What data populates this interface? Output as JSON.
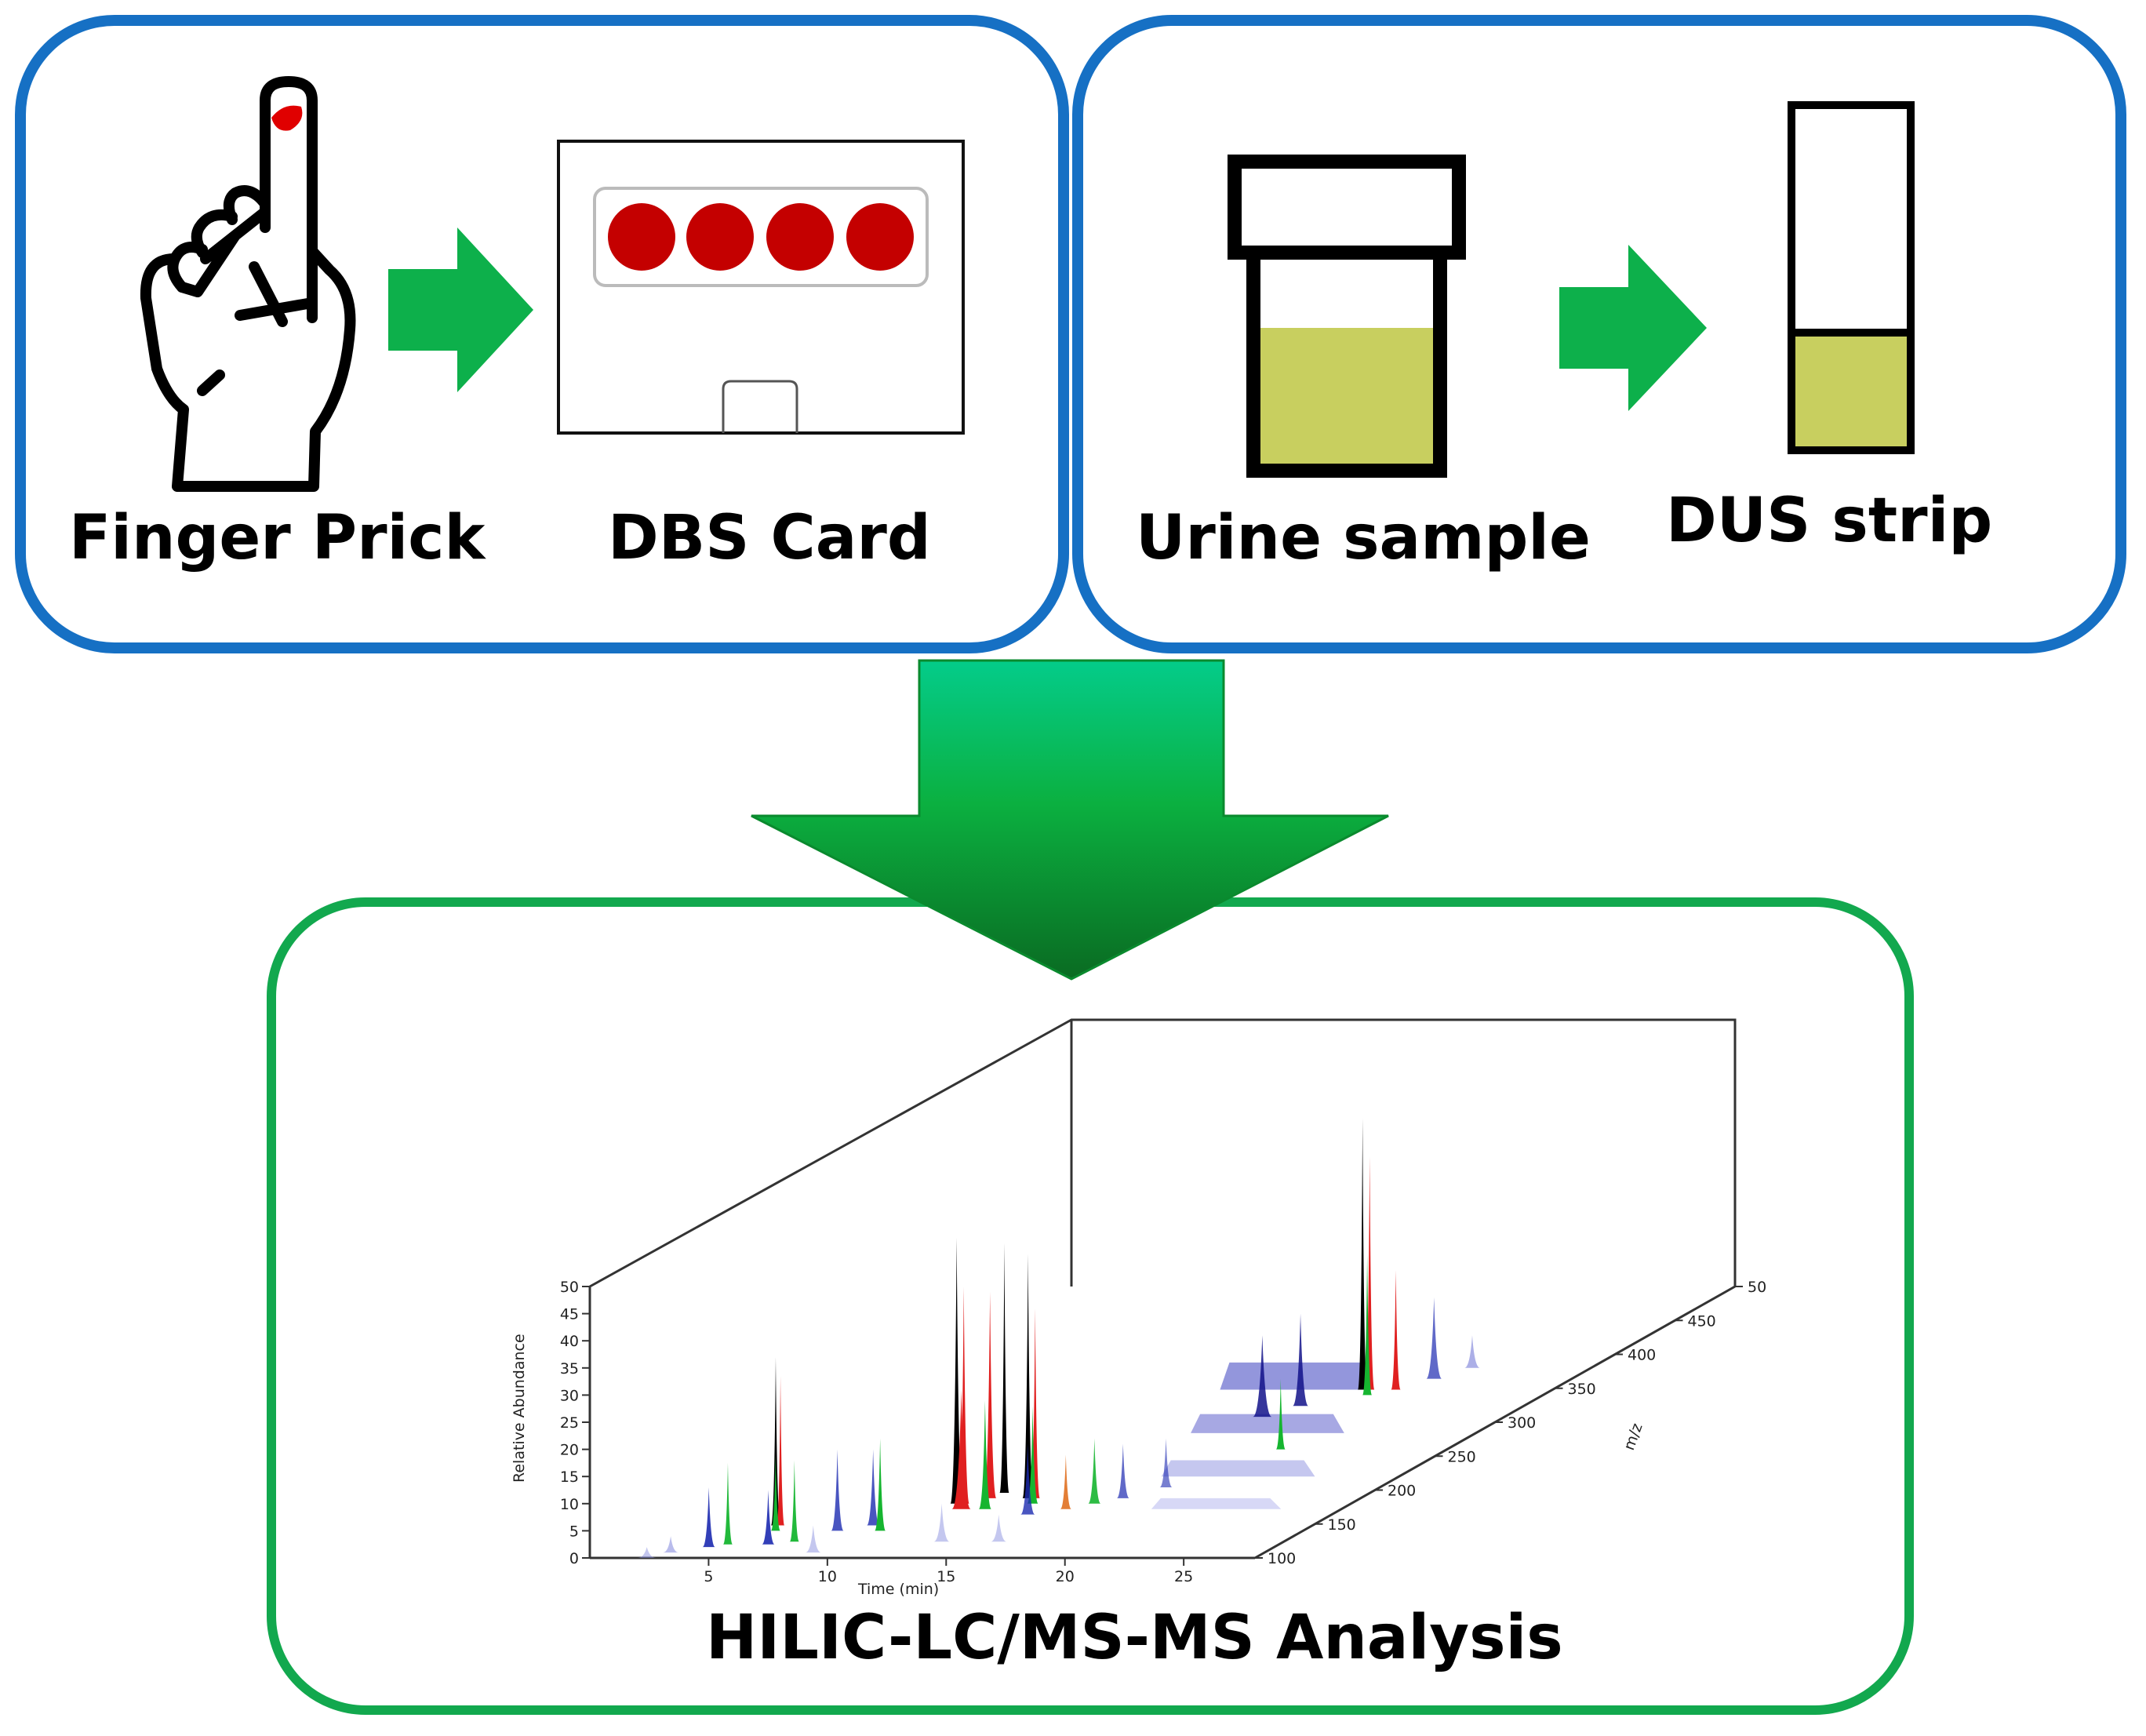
{
  "labels": {
    "finger_prick": "Finger Prick",
    "dbs_card": "DBS Card",
    "urine_sample": "Urine sample",
    "dus_strip": "DUS strip",
    "analysis": "HILIC-LC/MS-MS Analysis"
  },
  "colors": {
    "panel_blue": "#1670C4",
    "panel_green": "#12A84E",
    "arrow_green": "#0DB04B",
    "blood_red": "#C40000",
    "urine": "#C8CF5F"
  },
  "chart_data": {
    "type": "area",
    "x_axis": {
      "label": "Time (min)",
      "ticks": [
        "5",
        "10",
        "15",
        "20",
        "25"
      ],
      "range": [
        0,
        28
      ]
    },
    "y_axis": {
      "label": "Relative Abundance",
      "ticks": [
        "0",
        "5",
        "10",
        "15",
        "20",
        "25",
        "30",
        "35",
        "40",
        "45",
        "50"
      ],
      "range": [
        0,
        50
      ]
    },
    "z_axis": {
      "label": "m/z",
      "ticks": [
        "100",
        "150",
        "200",
        "250",
        "300",
        "350",
        "400",
        "450",
        "50"
      ],
      "range": [
        100,
        500
      ]
    }
  }
}
